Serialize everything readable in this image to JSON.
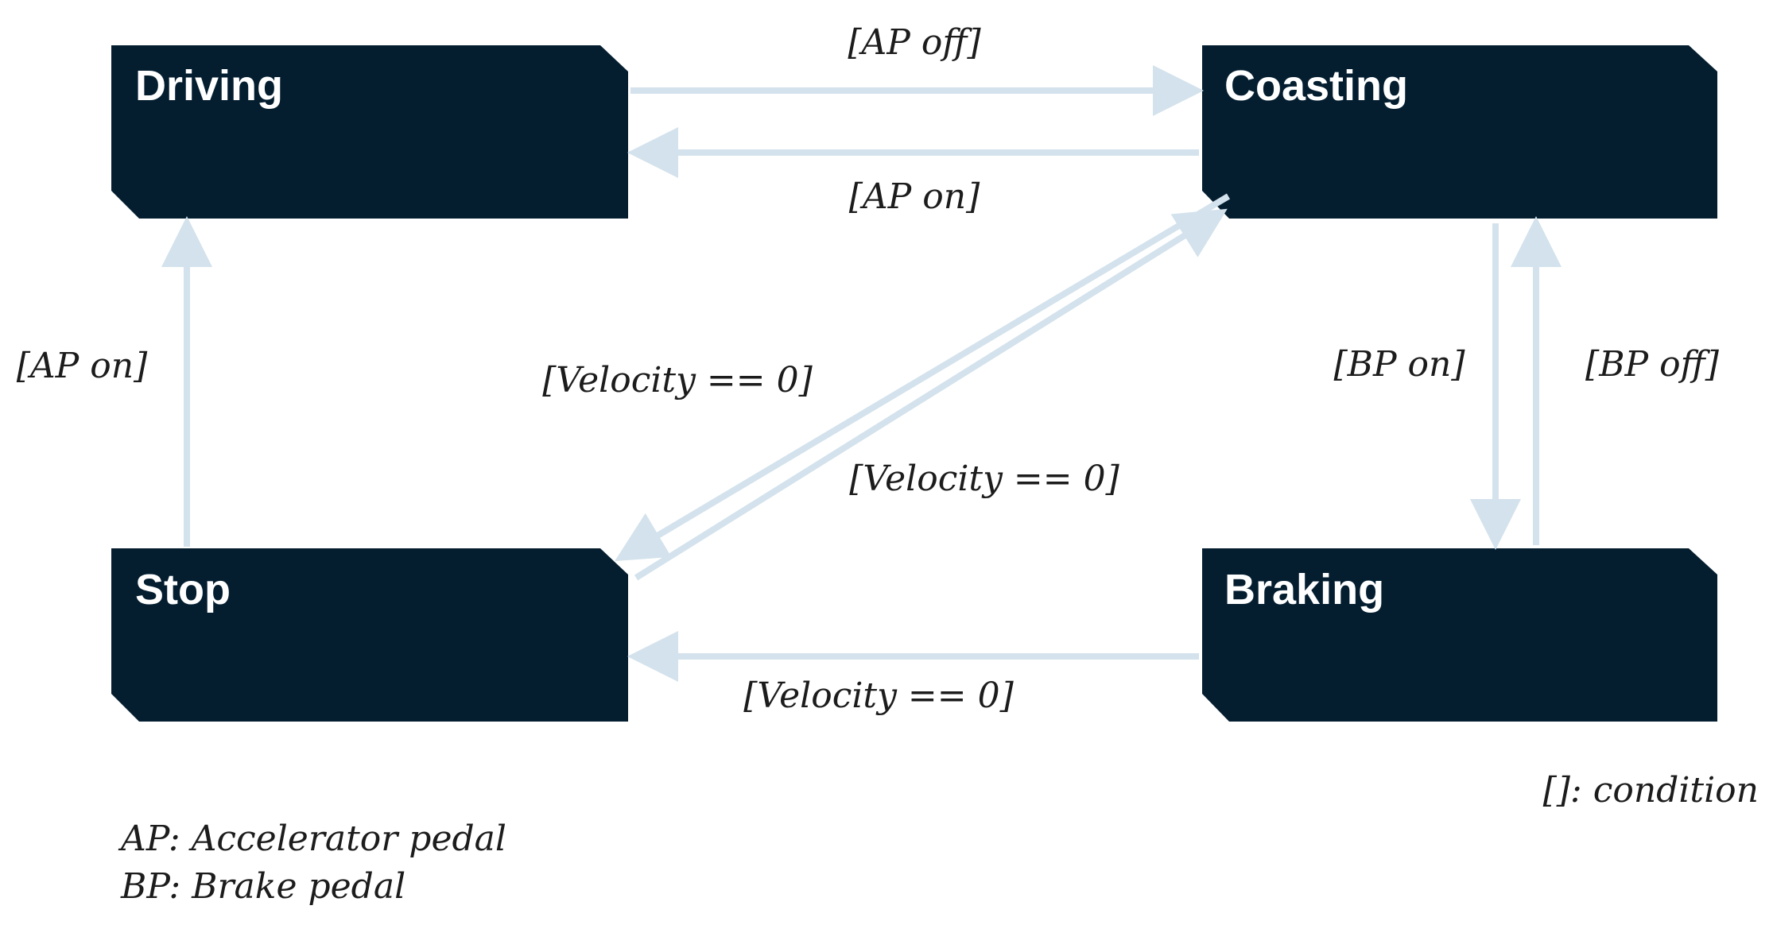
{
  "colors": {
    "state_fill": "#041e30",
    "state_text": "#ffffff",
    "arrow": "#d3e2ec",
    "label_text": "#1c1c1c",
    "background": "#ffffff"
  },
  "states": {
    "driving": "Driving",
    "coasting": "Coasting",
    "stop": "Stop",
    "braking": "Braking"
  },
  "transitions": {
    "driving_to_coasting": "[AP off]",
    "coasting_to_driving": "[AP on]",
    "stop_to_driving": "[AP on]",
    "coasting_to_stop": "[Velocity == 0]",
    "stop_to_coasting": "[Velocity == 0]",
    "coasting_to_braking": "[BP on]",
    "braking_to_coasting": "[BP off]",
    "braking_to_stop": "[Velocity == 0]"
  },
  "legend": {
    "condition": "[]: condition",
    "ap": "AP: Accelerator pedal",
    "bp": "BP: Brake pedal"
  }
}
